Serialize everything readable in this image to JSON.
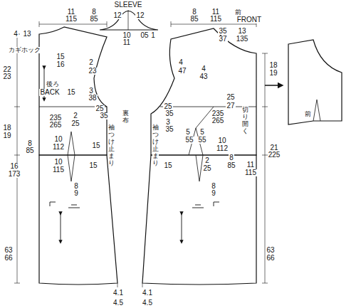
{
  "diagram": {
    "labels": [
      "SLEEVE",
      "12",
      "12",
      "10",
      "11",
      "05",
      "1",
      "11",
      "115",
      "8",
      "85",
      "4",
      "13",
      "カギホック",
      "22",
      "23",
      "15",
      "16",
      "後ろ",
      "BACK",
      "15",
      "2",
      "23",
      "3",
      "38",
      "25",
      "35",
      "18",
      "19",
      "235",
      "265",
      "2",
      "25",
      "袖つけ止まり",
      "裏布",
      "8",
      "85",
      "10",
      "112",
      "15",
      "16",
      "173",
      "10",
      "115",
      "15",
      "8",
      "9",
      "63",
      "66",
      "4.1",
      "4.5",
      "8",
      "85",
      "11",
      "115",
      "前",
      "FRONT",
      "35",
      "37",
      "13",
      "135",
      "4",
      "47",
      "4",
      "43",
      "18",
      "19",
      "25",
      "27",
      "切り開く",
      "235",
      "265",
      "25",
      "35",
      "3",
      "35",
      "袖つけ止まり",
      "5",
      "55",
      "5",
      "55",
      "21",
      "225",
      "2",
      "25",
      "10",
      "112",
      "8",
      "85",
      "11",
      "115",
      "15",
      "8",
      "9",
      "63",
      "66",
      "4.1",
      "4.5",
      "前"
    ]
  }
}
